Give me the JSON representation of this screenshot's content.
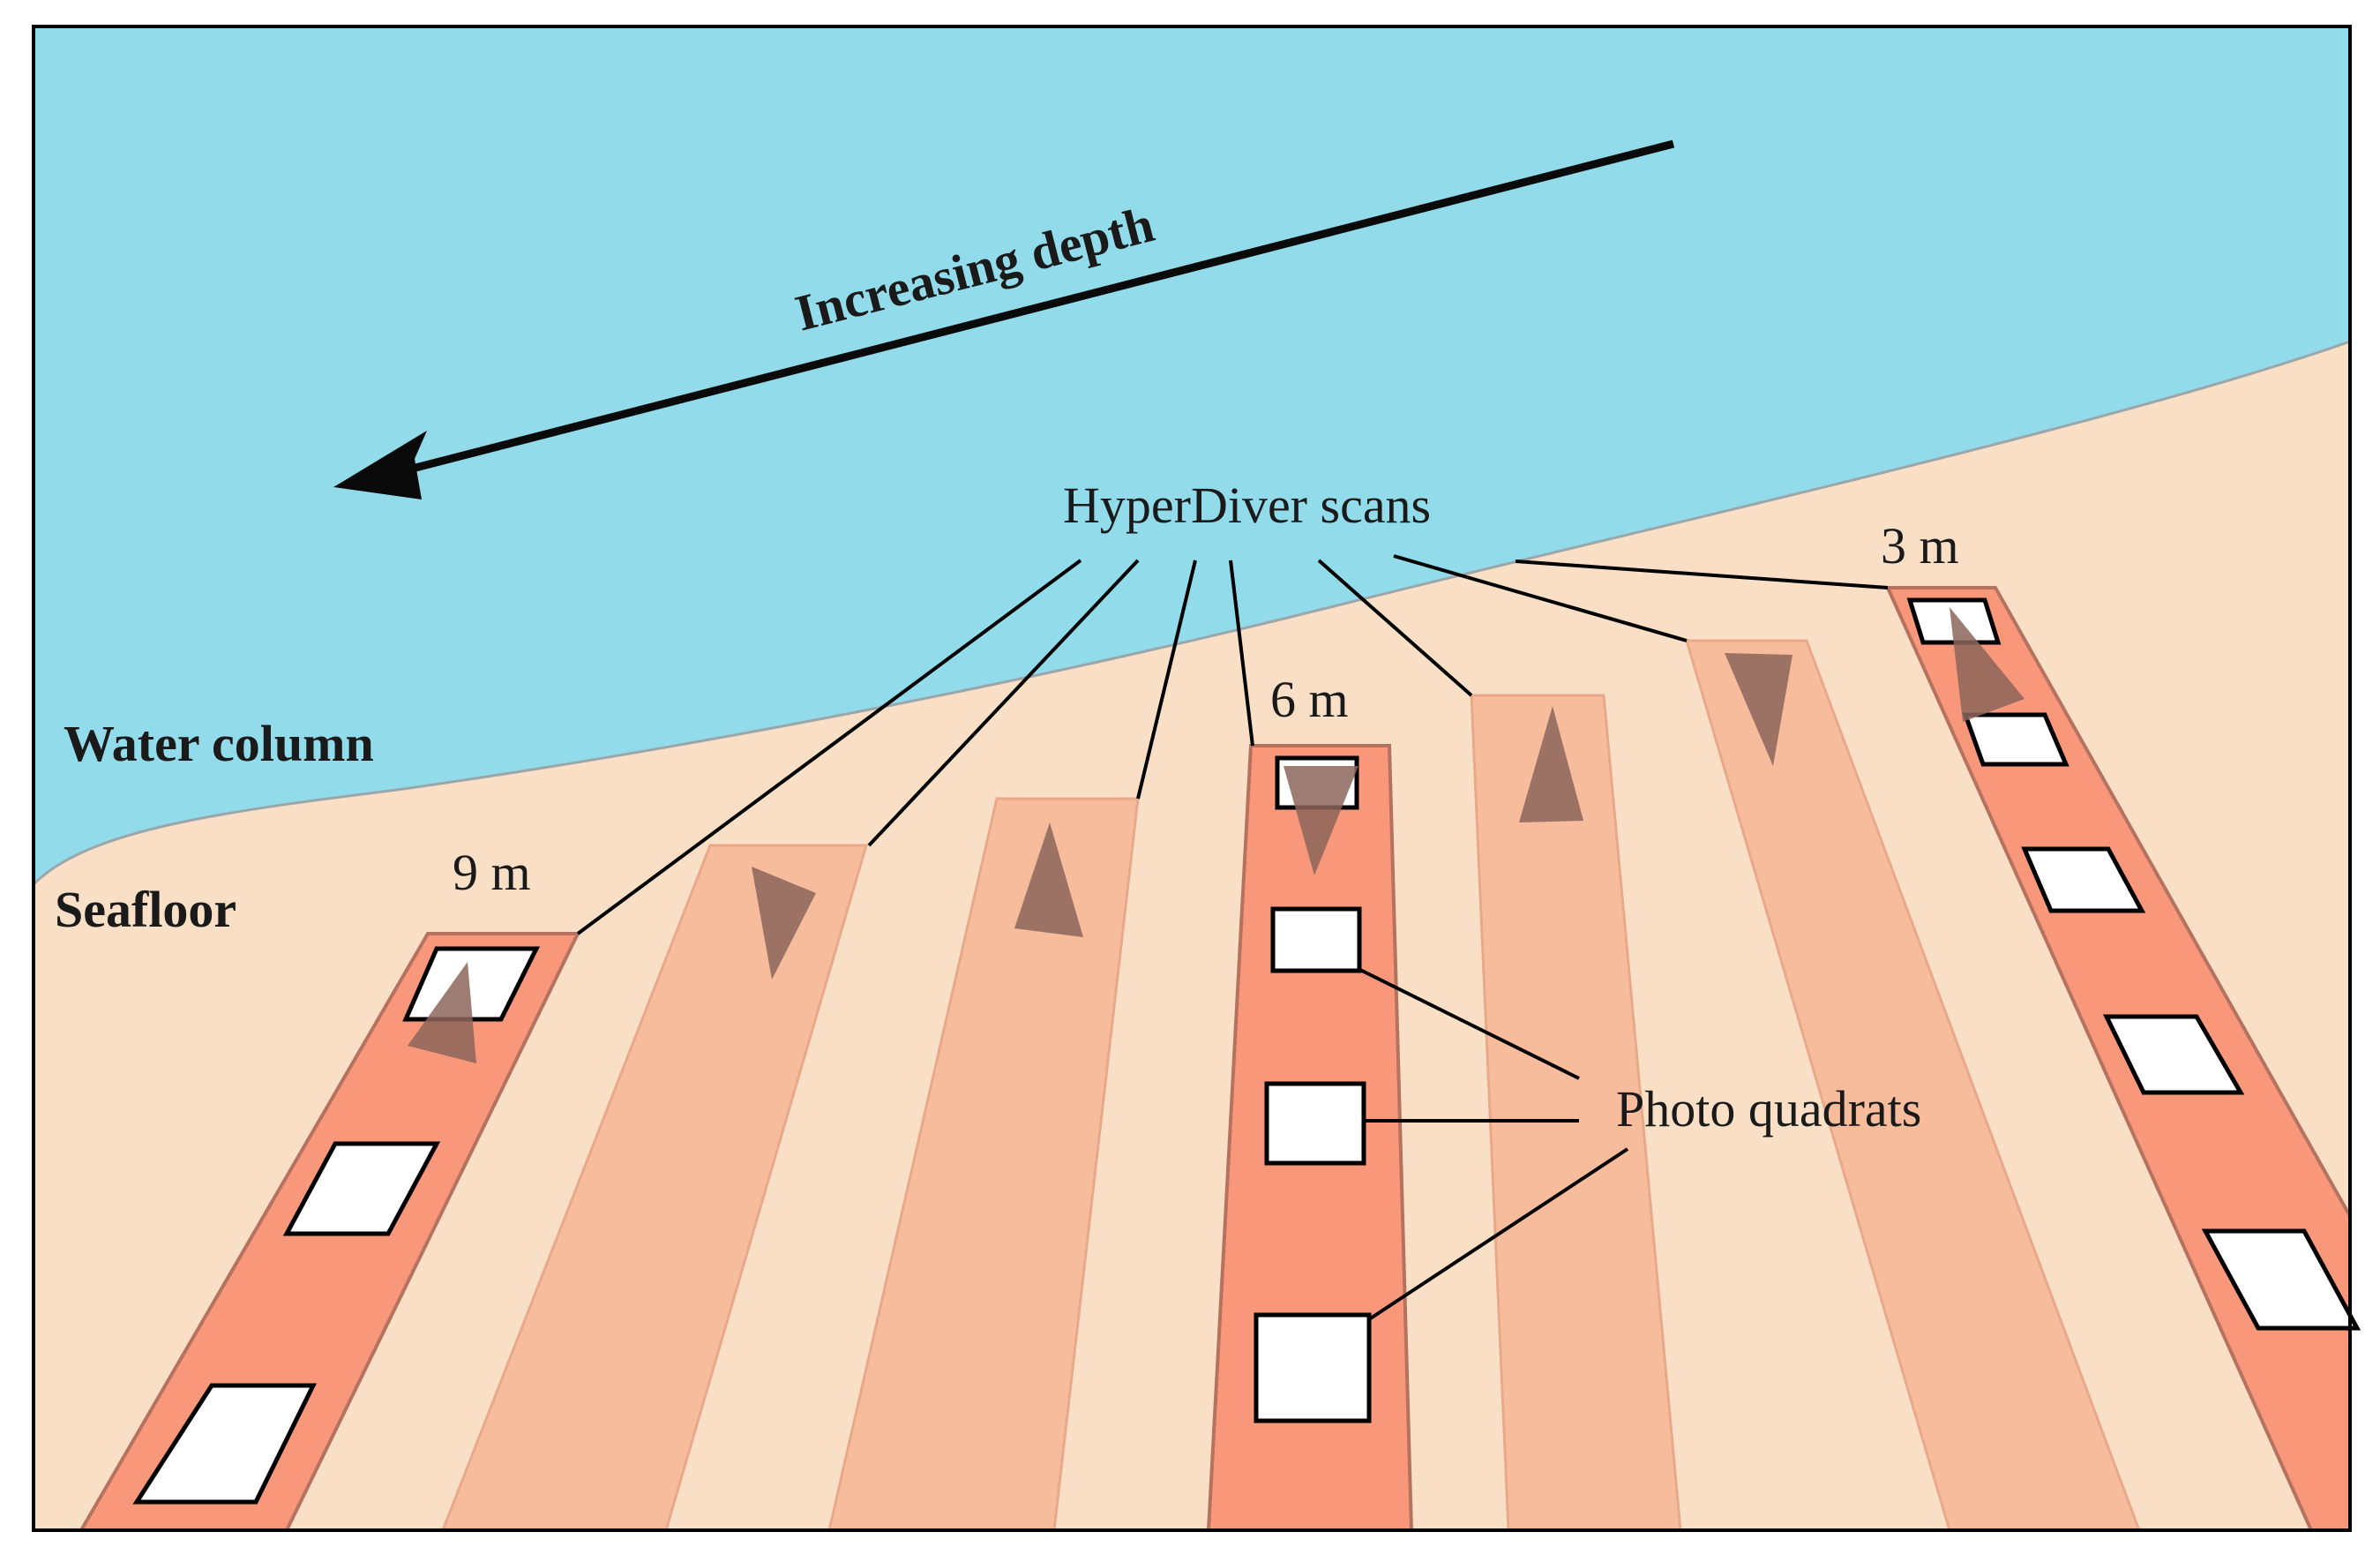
{
  "labels": {
    "increasing_depth": "Increasing depth",
    "hyperdiver_scans": "HyperDiver scans",
    "water_column": "Water column",
    "seafloor": "Seafloor",
    "photo_quadrats": "Photo quadrats",
    "depth_9m": "9 m",
    "depth_6m": "6 m",
    "depth_3m": "3 m"
  },
  "colors": {
    "water": "#92dbea",
    "seafloor": "#f9dfc6",
    "scan_strip": "#f7bc9c",
    "quadrat_transect": "#f9977a",
    "direction_marker": "#8c655b",
    "quadrat": "#ffffff",
    "frame": "#000000"
  },
  "icons": {
    "direction_arrow": "long-arrow-left-icon",
    "scan_direction": "triangle-icon"
  }
}
